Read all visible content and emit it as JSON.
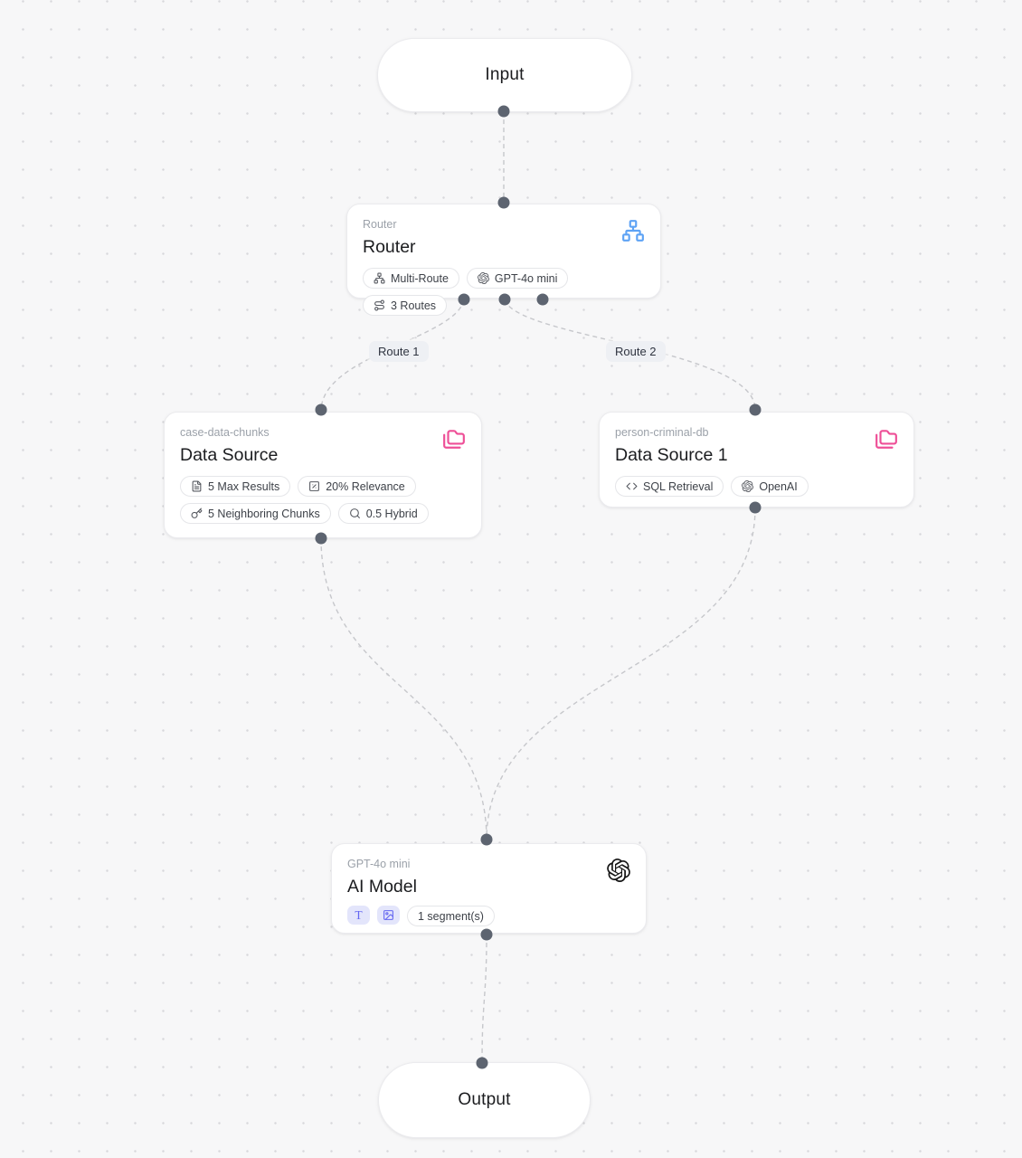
{
  "canvas": {
    "background_color": "#f7f7f8",
    "dot_color": "#d8d8db",
    "edge_color": "#c6c7cb",
    "handle_color": "#5d6470"
  },
  "nodes": {
    "input": {
      "label": "Input"
    },
    "router": {
      "type_label": "Router",
      "title": "Router",
      "corner_icon": "network-icon",
      "corner_icon_color": "#5ea3f5",
      "badges": [
        {
          "icon": "network-icon",
          "label": "Multi-Route"
        },
        {
          "icon": "openai-icon",
          "label": "GPT-4o mini"
        },
        {
          "icon": "route-icon",
          "label": "3 Routes"
        }
      ]
    },
    "data_source": {
      "type_label": "case-data-chunks",
      "title": "Data Source",
      "corner_icon": "folders-icon",
      "corner_icon_color": "#ee4f97",
      "badges": [
        {
          "icon": "file-text-icon",
          "label": "5 Max Results"
        },
        {
          "icon": "square-percent-icon",
          "label": "20% Relevance"
        },
        {
          "icon": "key-icon",
          "label": "5 Neighboring Chunks"
        },
        {
          "icon": "search-icon",
          "label": "0.5 Hybrid"
        }
      ]
    },
    "data_source_1": {
      "type_label": "person-criminal-db",
      "title": "Data Source 1",
      "corner_icon": "folders-icon",
      "corner_icon_color": "#ee4f97",
      "badges": [
        {
          "icon": "code-icon",
          "label": "SQL Retrieval"
        },
        {
          "icon": "openai-icon",
          "label": "OpenAI"
        }
      ]
    },
    "ai_model": {
      "type_label": "GPT-4o mini",
      "title": "AI Model",
      "corner_icon": "openai-icon",
      "corner_icon_color": "#151515",
      "capability_chips": [
        {
          "icon": "text-icon",
          "glyph": "T"
        },
        {
          "icon": "image-icon"
        }
      ],
      "badges": [
        {
          "label": "1 segment(s)"
        }
      ]
    },
    "output": {
      "label": "Output"
    }
  },
  "edges": {
    "route_1_label": "Route 1",
    "route_2_label": "Route 2"
  }
}
